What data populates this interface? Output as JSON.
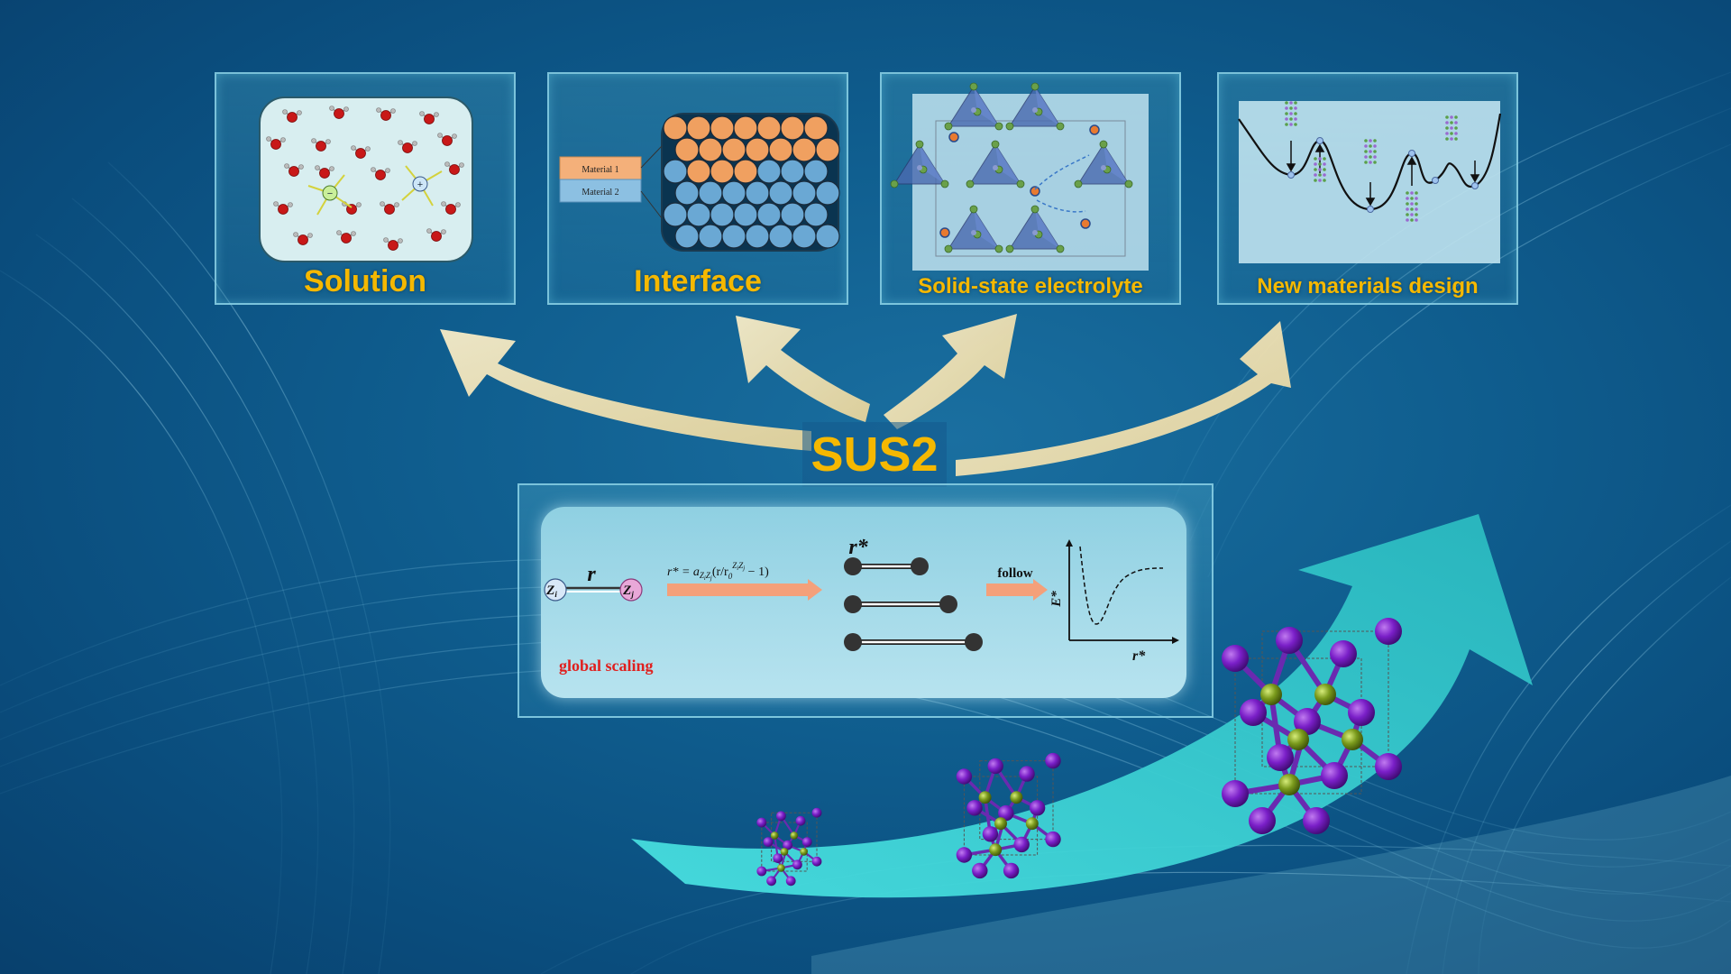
{
  "title": "SUS2",
  "panels": [
    {
      "label": "Solution"
    },
    {
      "label": "Interface",
      "materials": [
        "Material 1",
        "Material 2"
      ]
    },
    {
      "label": "Solid-state electrolyte"
    },
    {
      "label": "New materials design"
    }
  ],
  "scheme": {
    "r_label": "r",
    "zi_label": "Z",
    "zi_sub": "i",
    "zj_label": "Z",
    "zj_sub": "j",
    "formula": "r* = a",
    "formula_rest": "(r/r",
    "formula_end": " − 1)",
    "rstar_label": "r*",
    "follow_label": "follow",
    "scaling_label": "global scaling",
    "axis_e": "E*",
    "axis_r": "r*"
  },
  "colors": {
    "accent": "#f5b800",
    "arrow": "#f0e2b8",
    "teal_arrow": "#3ccdd0",
    "atom_purple": "#7a1fc8",
    "atom_green": "#7a9a1c",
    "scaling_red": "#e0201e"
  }
}
